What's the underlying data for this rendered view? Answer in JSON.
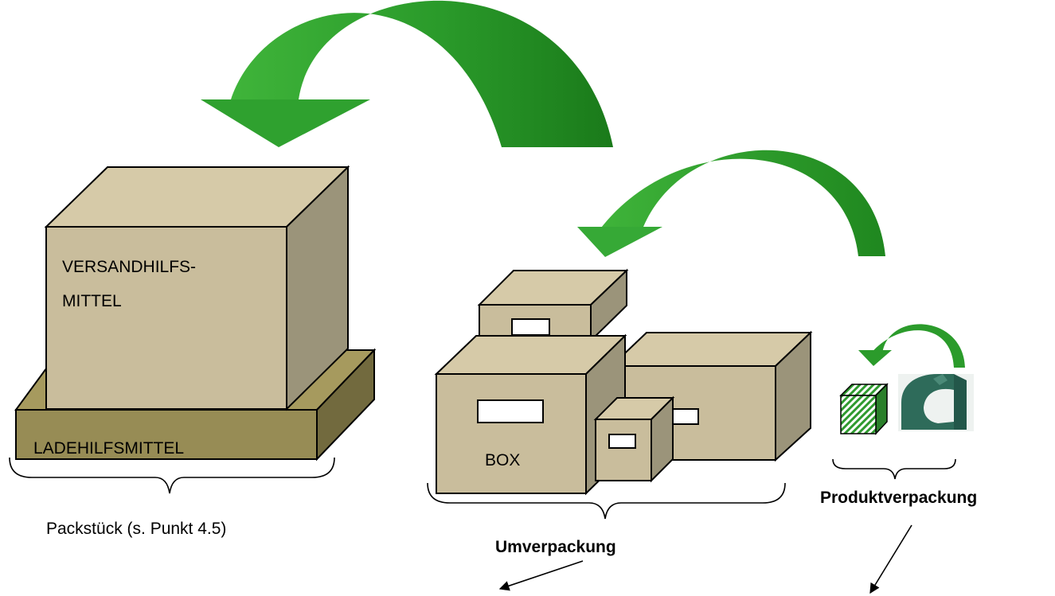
{
  "labels": {
    "versand_line1": "VERSANDHILFS-",
    "versand_line2": "MITTEL",
    "ladehilfsmittel": "LADEHILFSMITTEL",
    "box": "BOX",
    "packstueck": "Packstück (s. Punkt 4.5)",
    "umverpackung": "Umverpackung",
    "produktverpackung": "Produktverpackung"
  },
  "colors": {
    "arrow_green": "#1e8a1e",
    "arrow_light": "#33b033",
    "box_front": "#c9bd9c",
    "box_side": "#9b947a",
    "pallet": "#978c55",
    "product_clip": "#2e6b5a"
  },
  "icons": [
    "curved-arrow-icon",
    "hatched-cube-icon",
    "pipe-clamp-icon",
    "arrow-icon"
  ]
}
